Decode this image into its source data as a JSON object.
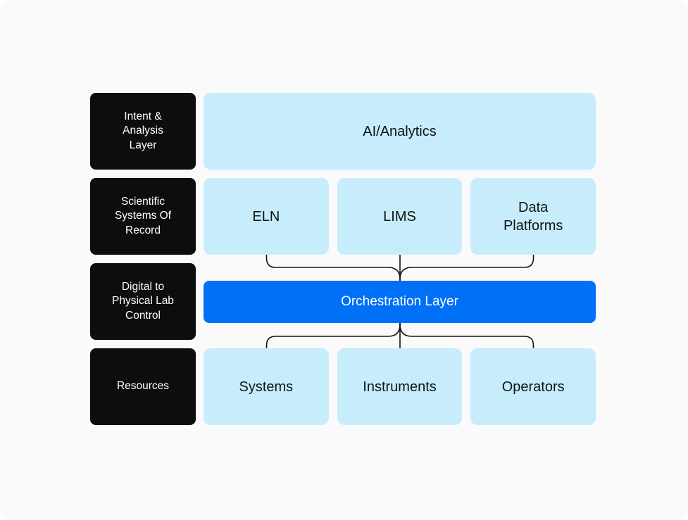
{
  "canvas": {
    "background": "#fafafa"
  },
  "colors": {
    "label_fill": "#0d0d0d",
    "label_text": "#ffffff",
    "node_fill": "#c7edfc",
    "node_text": "#121212",
    "primary_fill": "#0070f7",
    "primary_text": "#ffffff",
    "connector_line": "#141414"
  },
  "diagram": {
    "layers": [
      {
        "label": "Intent &\nAnalysis\nLayer",
        "nodes": [
          "AI/Analytics"
        ]
      },
      {
        "label": "Scientific\nSystems Of\nRecord",
        "nodes": [
          "ELN",
          "LIMS",
          "Data\nPlatforms"
        ]
      },
      {
        "label": "Digital to\nPhysical Lab\nControl",
        "nodes": [
          "Orchestration Layer"
        ]
      },
      {
        "label": "Resources",
        "nodes": [
          "Systems",
          "Instruments",
          "Operators"
        ]
      }
    ]
  }
}
